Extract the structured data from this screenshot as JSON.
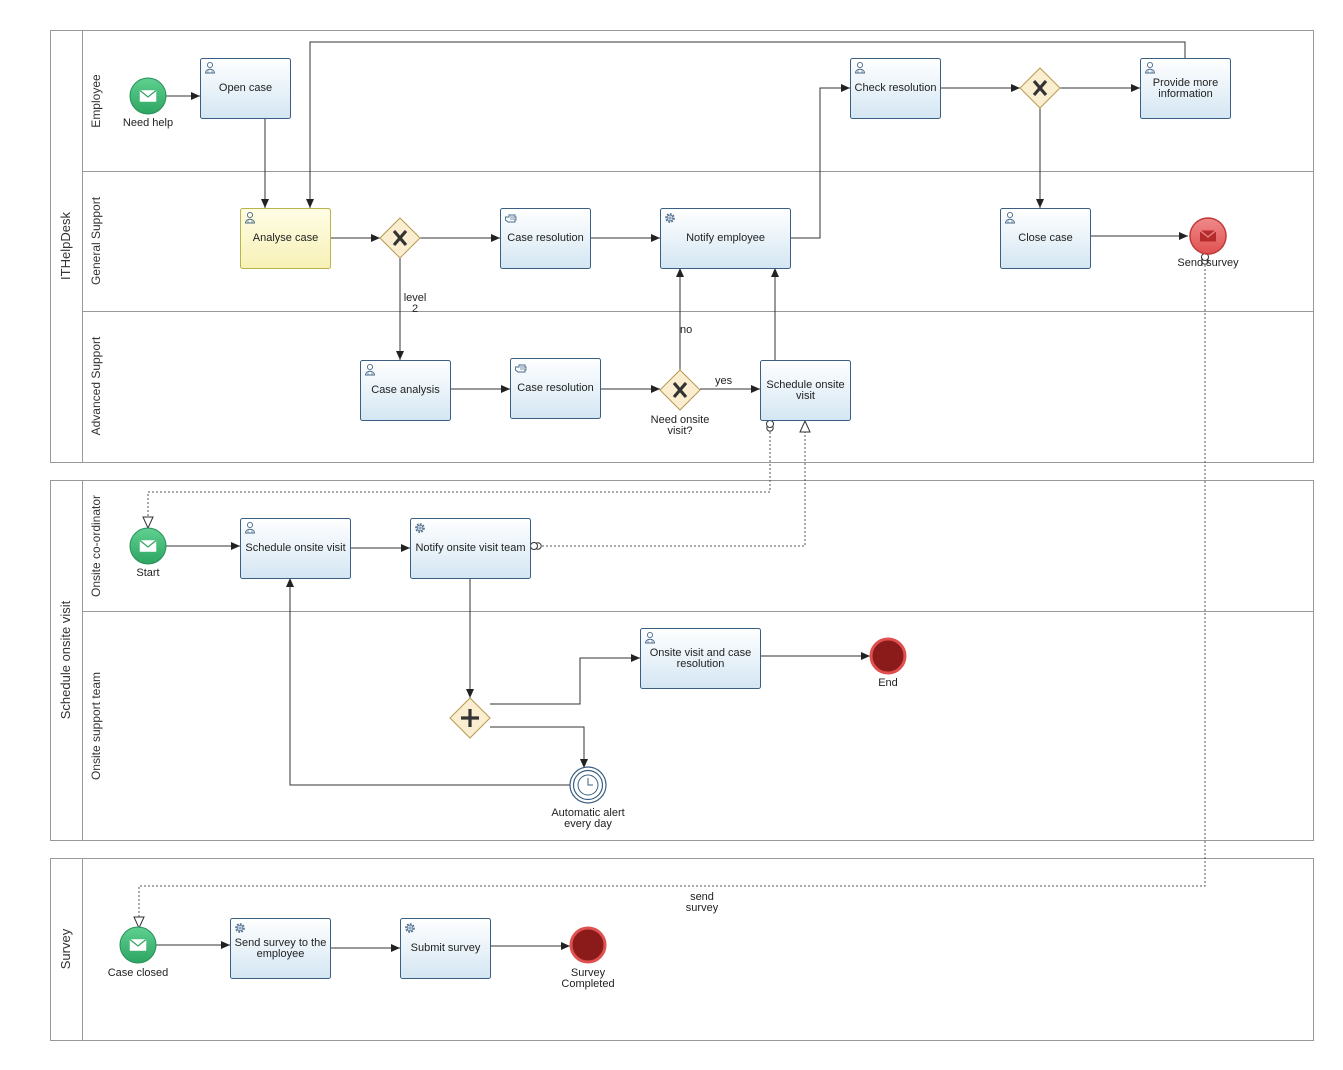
{
  "pools": [
    {
      "id": "ithelpdesk",
      "label": "ITHelpDesk",
      "lanes": [
        {
          "id": "employee",
          "label": "Employee"
        },
        {
          "id": "general",
          "label": "General Support"
        },
        {
          "id": "advanced",
          "label": "Advanced Support"
        }
      ]
    },
    {
      "id": "schedule",
      "label": "Schedule onsite visit",
      "lanes": [
        {
          "id": "coordinator",
          "label": "Onsite co-ordinator"
        },
        {
          "id": "support-team",
          "label": "Onsite support team"
        }
      ]
    },
    {
      "id": "survey",
      "label": "Survey",
      "lanes": []
    }
  ],
  "tasks": {
    "open_case": "Open case",
    "analyse_case": "Analyse case",
    "case_resolution_general": "Case resolution",
    "notify_employee": "Notify employee",
    "check_resolution": "Check resolution",
    "provide_more_info": "Provide more information",
    "close_case": "Close case",
    "case_analysis": "Case analysis",
    "case_resolution_advanced": "Case resolution",
    "schedule_onsite_visit_adv": "Schedule onsite visit",
    "schedule_onsite_visit": "Schedule onsite visit",
    "notify_onsite_team": "Notify onsite visit team",
    "onsite_visit_resolution": "Onsite visit and case resolution",
    "send_survey_to_employee": "Send survey to the employee",
    "submit_survey": "Submit survey"
  },
  "events": {
    "need_help": "Need help",
    "send_survey": "Send survey",
    "start": "Start",
    "end": "End",
    "automatic_alert": "Automatic alert every day",
    "case_closed": "Case closed",
    "survey_completed": "Survey Completed"
  },
  "gateways": {
    "need_onsite_visit": "Need onsite visit?"
  },
  "flow_labels": {
    "level2": "level 2",
    "no": "no",
    "yes": "yes",
    "send_survey": "send survey"
  },
  "colors": {
    "task_fill_top": "#ffffff",
    "task_fill_bottom": "#d6e7f4",
    "task_stroke": "#3a5f82",
    "active_task_fill": "#fdfbd0",
    "active_task_stroke": "#b8b34a",
    "start_event": "#3cb878",
    "end_event": "#8b1a1a",
    "message_end_event": "#e05050",
    "gateway_fill": "#fbeed0",
    "gateway_stroke": "#b89a50"
  },
  "icons": {
    "user_task": "user-icon",
    "service_task": "gear-icon",
    "manual_task": "hand-icon",
    "message_event": "envelope-icon",
    "timer_event": "clock-icon",
    "exclusive_gateway": "x-icon",
    "parallel_gateway": "plus-icon"
  }
}
